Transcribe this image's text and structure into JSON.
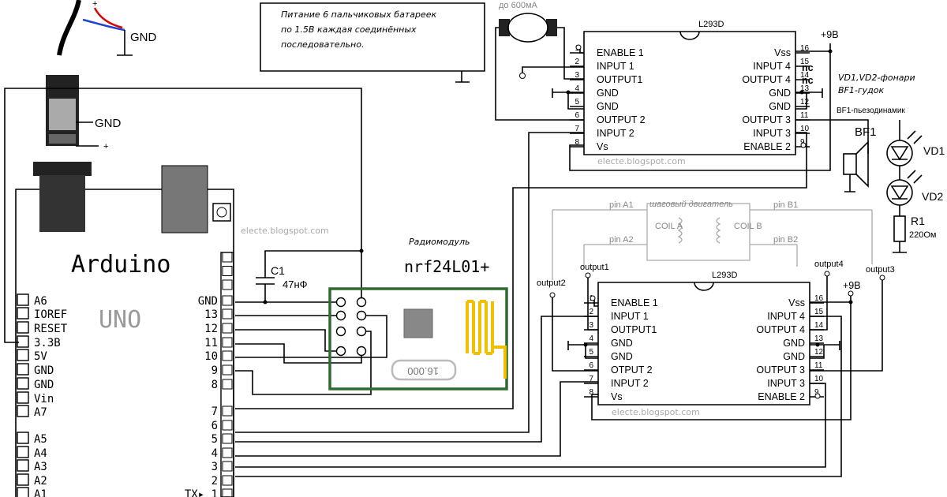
{
  "note": {
    "line1": "Питание 6 пальчиковых батареек",
    "line2": "по 1.5В каждая соединённых",
    "line3": "последовательно."
  },
  "power": {
    "gnd_top": "GND",
    "gnd_jack": "GND",
    "plus": "+",
    "plus_top": "+"
  },
  "arduino": {
    "title": "Arduino",
    "subtitle": "UNO",
    "left_pins": [
      "A6",
      "IOREF",
      "RESET",
      "3.3В",
      "5V",
      "GND",
      "GND",
      "Vin",
      "A7",
      "A5",
      "A4",
      "A3",
      "A2",
      "A1"
    ],
    "right_pins": [
      "GND",
      "13",
      "12",
      "11",
      "10",
      "9",
      "8",
      "7",
      "6",
      "5",
      "4",
      "3",
      "2",
      "TX▸ 1"
    ]
  },
  "capacitor": {
    "name": "C1",
    "value": "47нФ"
  },
  "radio": {
    "caption": "Радиомодуль",
    "name": "nrf24L01+",
    "crystal": "16.000"
  },
  "watermark": "electe.blogspot.com",
  "motor": {
    "label": "до 600мА"
  },
  "driver1": {
    "name": "L293D",
    "left": [
      {
        "n": "1",
        "label": "ENABLE 1"
      },
      {
        "n": "2",
        "label": "INPUT 1"
      },
      {
        "n": "3",
        "label": "OUTPUT1"
      },
      {
        "n": "4",
        "label": "GND"
      },
      {
        "n": "5",
        "label": "GND"
      },
      {
        "n": "6",
        "label": "OUTPUT 2"
      },
      {
        "n": "7",
        "label": "INPUT 2"
      },
      {
        "n": "8",
        "label": "Vs"
      }
    ],
    "right": [
      {
        "n": "16",
        "label": "Vss"
      },
      {
        "n": "15",
        "label": "INPUT 4"
      },
      {
        "n": "14",
        "label": "OUTPUT 4"
      },
      {
        "n": "13",
        "label": "GND"
      },
      {
        "n": "12",
        "label": "GND"
      },
      {
        "n": "11",
        "label": "OUTPUT 3"
      },
      {
        "n": "10",
        "label": "INPUT 3"
      },
      {
        "n": "9",
        "label": "ENABLE 2"
      }
    ],
    "nc": "nc",
    "supply": "+9В"
  },
  "driver2": {
    "name": "L293D",
    "left": [
      {
        "n": "1",
        "label": "ENABLE 1"
      },
      {
        "n": "2",
        "label": "INPUT 1"
      },
      {
        "n": "3",
        "label": "OUTPUT1"
      },
      {
        "n": "4",
        "label": "GND"
      },
      {
        "n": "5",
        "label": "GND"
      },
      {
        "n": "6",
        "label": "OTPUT 2"
      },
      {
        "n": "7",
        "label": "INPUT 2"
      },
      {
        "n": "8",
        "label": "Vs"
      }
    ],
    "right": [
      {
        "n": "16",
        "label": "Vss"
      },
      {
        "n": "15",
        "label": "INPUT 4"
      },
      {
        "n": "14",
        "label": "OUTPUT 4"
      },
      {
        "n": "13",
        "label": "GND"
      },
      {
        "n": "12",
        "label": "GND"
      },
      {
        "n": "11",
        "label": "OUTPUT 3"
      },
      {
        "n": "10",
        "label": "INPUT 3"
      },
      {
        "n": "9",
        "label": "ENABLE 2"
      }
    ],
    "supply": "+9В"
  },
  "stepper": {
    "title": "шаговый двигатель",
    "coil_a": "COIL A",
    "coil_b": "COIL B",
    "pin_a1": "pin A1",
    "pin_a2": "pin A2",
    "pin_b1": "pin B1",
    "pin_b2": "pin B2",
    "output1": "output1",
    "output2": "output2",
    "output3": "output3",
    "output4": "output4"
  },
  "legend": {
    "line1": "VD1,VD2-фонари",
    "line2": "BF1-гудок",
    "bf1_note": "BF1-пьезодинамик"
  },
  "parts": {
    "bf1": "BF1",
    "vd1": "VD1",
    "vd2": "VD2",
    "r1": "R1",
    "r1_value": "220Ом"
  },
  "colors": {
    "wire": "#000000",
    "pcb": "#2e6b2e",
    "antenna": "#f0c000",
    "chip": "#888888"
  }
}
